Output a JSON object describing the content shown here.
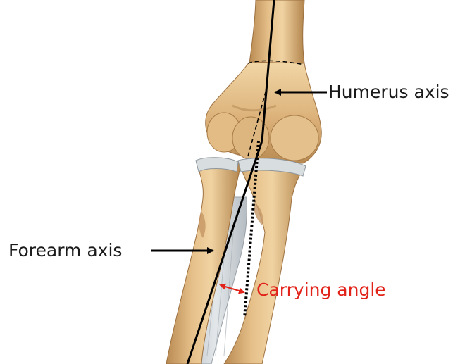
{
  "labels": {
    "humerus_axis": "Humerus axis",
    "forearm_axis": "Forearm axis",
    "carrying_angle": "Carrying angle"
  },
  "colors": {
    "bone": "#d9b07a",
    "bone_highlight": "#efd3a0",
    "bone_shadow": "#a97b45",
    "cartilage": "#d8dde0",
    "interosseous_membrane": "#c9cfd4",
    "axis_line": "#000000",
    "label_text": "#1a1a1a",
    "angle_text": "#e2231a",
    "angle_arrow": "#e2231a"
  }
}
